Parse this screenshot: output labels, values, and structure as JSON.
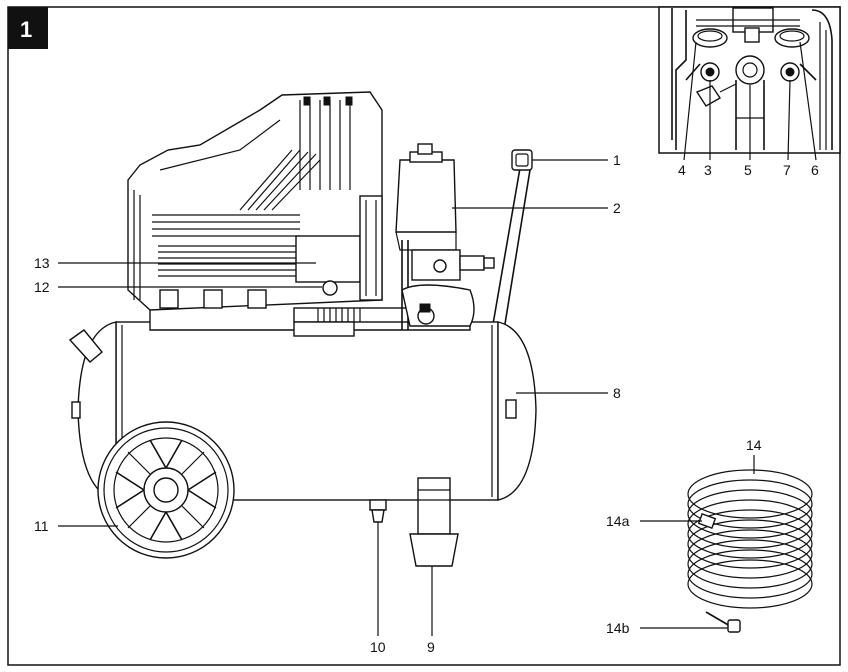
{
  "figure": {
    "number": "1"
  },
  "callouts": {
    "c1": "1",
    "c2": "2",
    "c3": "3",
    "c4": "4",
    "c5": "5",
    "c6": "6",
    "c7": "7",
    "c8": "8",
    "c9": "9",
    "c10": "10",
    "c11": "11",
    "c12": "12",
    "c13": "13",
    "c14": "14",
    "c14a": "14a",
    "c14b": "14b"
  }
}
